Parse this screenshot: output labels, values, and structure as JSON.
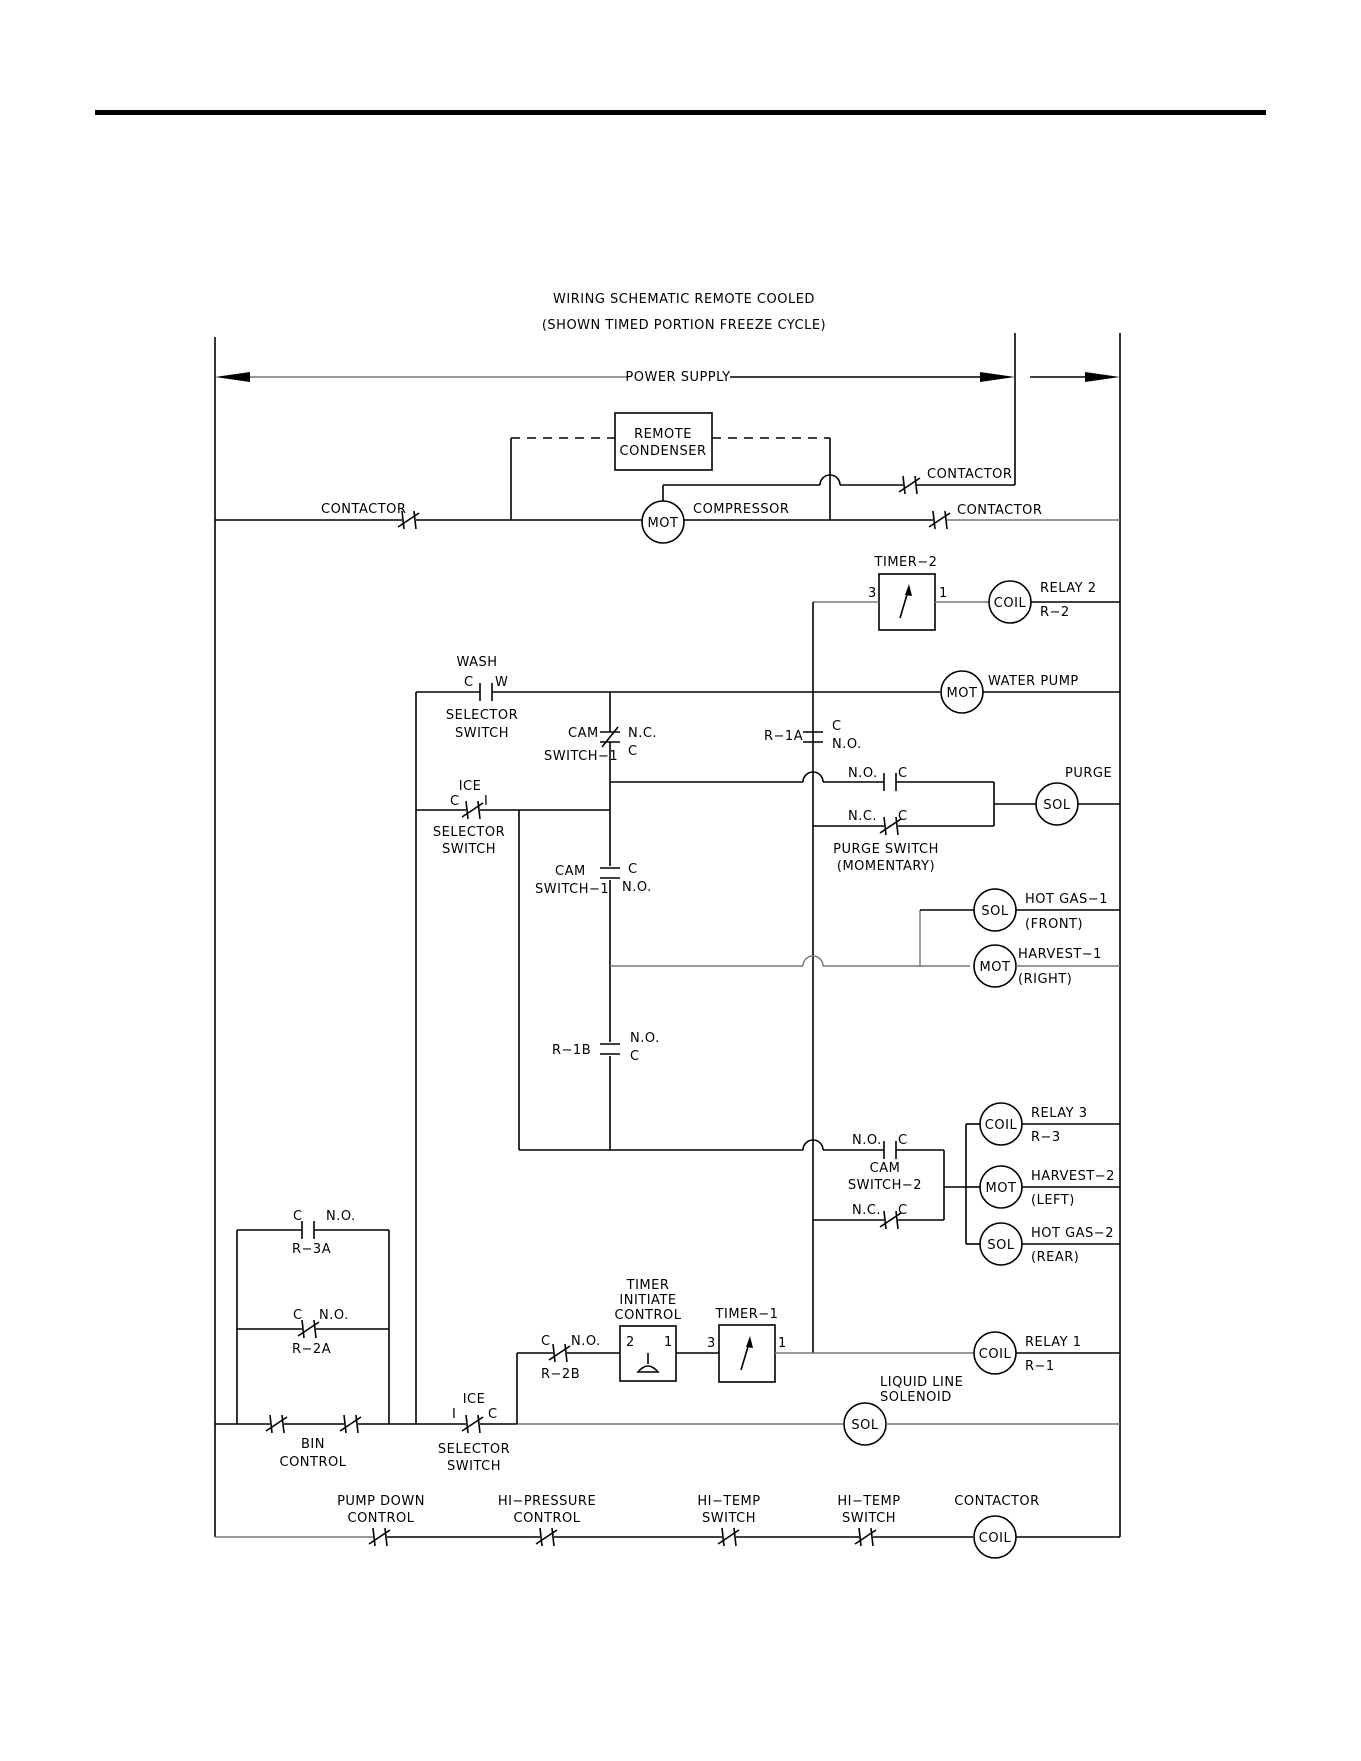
{
  "title_line1": "WIRING  SCHEMATIC  REMOTE  COOLED",
  "title_line2": "(SHOWN  TIMED  PORTION  FREEZE  CYCLE)",
  "power_supply": "POWER  SUPPLY",
  "remote_condenser": [
    "REMOTE",
    "CONDENSER"
  ],
  "contactor": "CONTACTOR",
  "mot": "MOT",
  "compressor": "COMPRESSOR",
  "coil": "COIL",
  "sol": "SOL",
  "timer2": "TIMER−2",
  "timer1": "TIMER−1",
  "term1": "1",
  "term2": "2",
  "term3": "3",
  "relay2": "RELAY  2",
  "r2": "R−2",
  "wash": "WASH",
  "c": "C",
  "w": "W",
  "i": "I",
  "nc": "N.C.",
  "no": "N.O.",
  "selector": "SELECTOR",
  "switch": "SWITCH",
  "ice": "ICE",
  "water_pump": "WATER  PUMP",
  "cam": "CAM",
  "switch1": "SWITCH−1",
  "switch2": "SWITCH−2",
  "r1a": "R−1A",
  "r1b": "R−1B",
  "r2b": "R−2B",
  "r3a": "R−3A",
  "r2a": "R−2A",
  "purge": "PURGE",
  "purge_switch": "PURGE  SWITCH",
  "momentary": "(MOMENTARY)",
  "hot_gas1": "HOT  GAS−1",
  "front": "(FRONT)",
  "harvest1": "HARVEST−1",
  "right": "(RIGHT)",
  "relay3": "RELAY  3",
  "r3": "R−3",
  "harvest2": "HARVEST−2",
  "left": "(LEFT)",
  "hot_gas2": "HOT  GAS−2",
  "rear": "(REAR)",
  "timer_initiate": [
    "TIMER",
    "INITIATE",
    "CONTROL"
  ],
  "relay1": "RELAY  1",
  "r1": "R−1",
  "liquid_line": [
    "LIQUID  LINE",
    "SOLENOID"
  ],
  "bin": "BIN",
  "control": "CONTROL",
  "pump_down": "PUMP  DOWN",
  "hi_pressure": "HI−PRESSURE",
  "hi_temp": "HI−TEMP"
}
